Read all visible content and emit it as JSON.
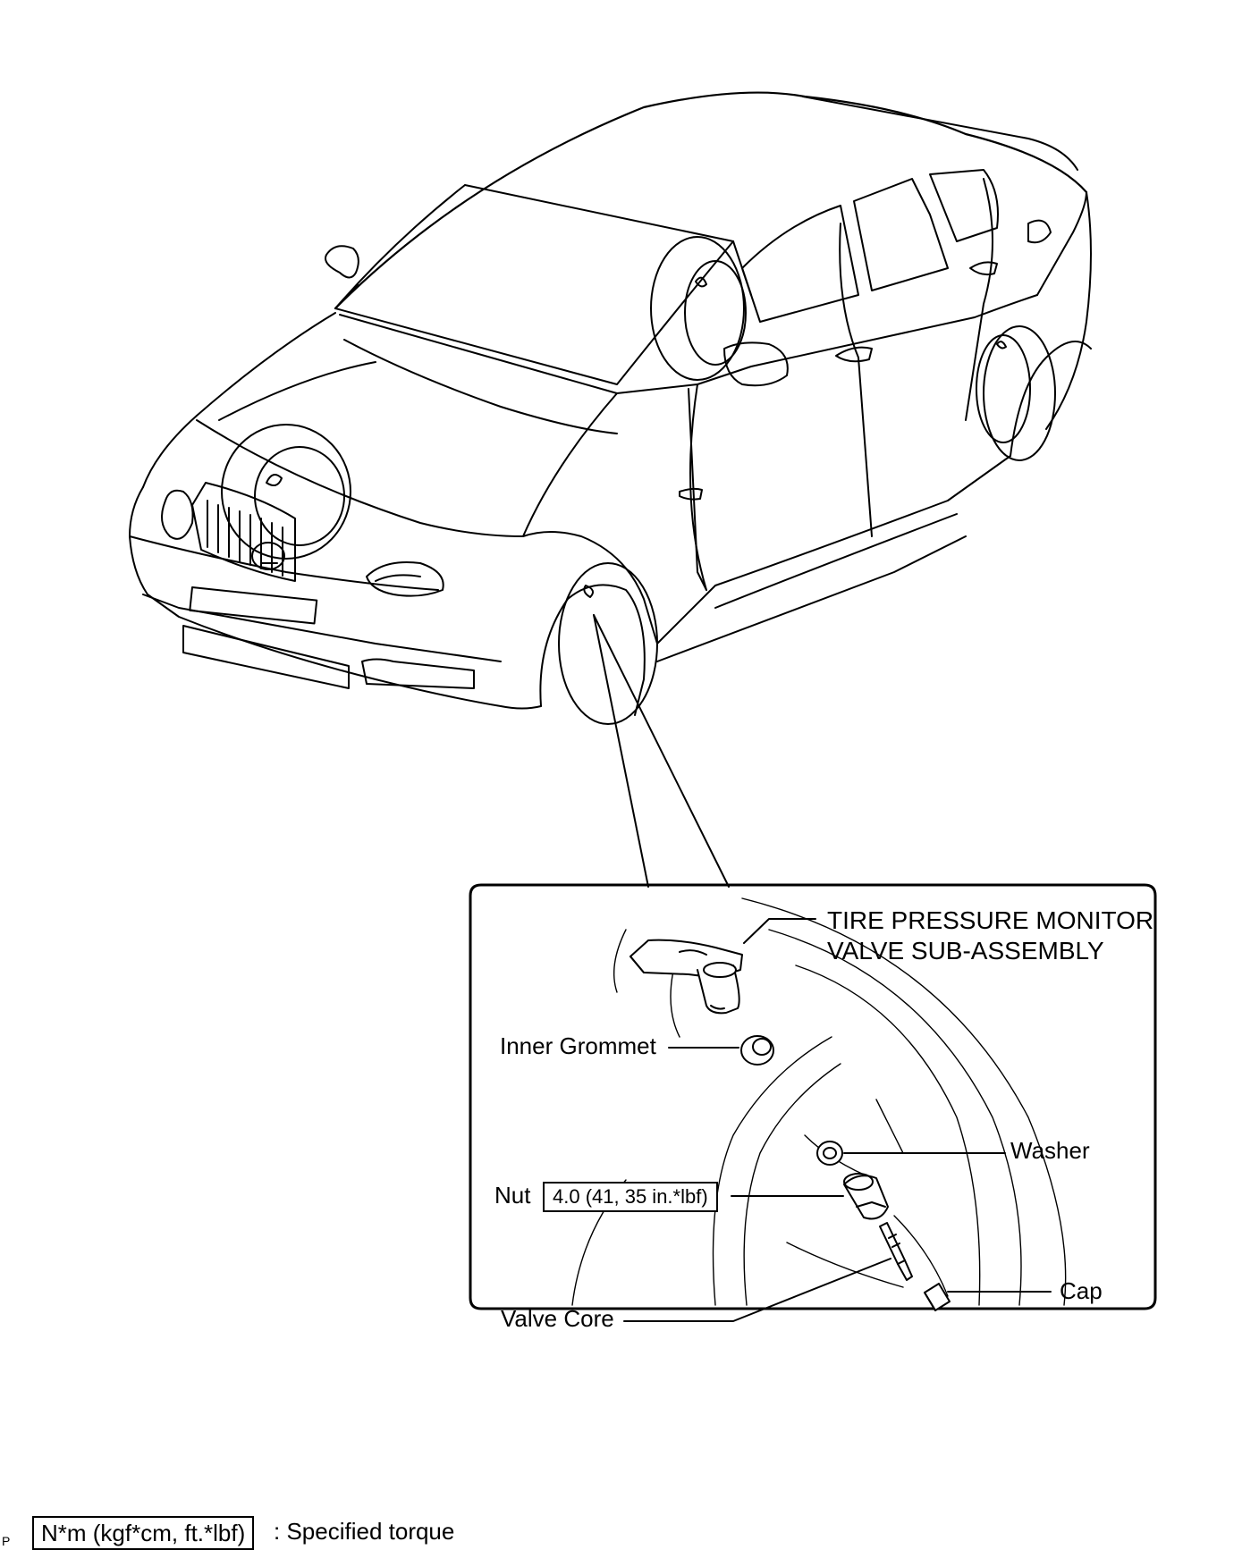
{
  "diagram": {
    "component_title": [
      "TIRE PRESSURE MONITOR",
      "VALVE SUB-ASSEMBLY"
    ],
    "parts": {
      "inner_grommet": "Inner Grommet",
      "washer": "Washer",
      "nut": "Nut",
      "valve_core": "Valve Core",
      "cap": "Cap"
    },
    "nut_torque": "4.0 (41, 35 in.*lbf)",
    "legend": {
      "unit": "N*m (kgf*cm, ft.*lbf)",
      "description": ": Specified torque"
    },
    "corner_code": "P"
  }
}
